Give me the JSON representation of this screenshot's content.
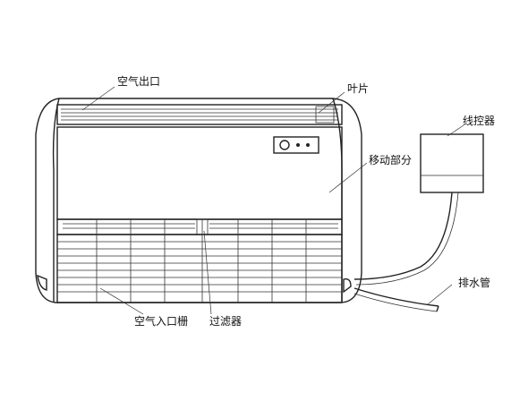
{
  "labels": {
    "air_outlet": "空气出口",
    "louver": "叶片",
    "wired_controller": "线控器",
    "movable_part": "移动部分",
    "drain_pipe": "排水管",
    "air_inlet_grille": "空气入口栅",
    "filter": "过滤器"
  }
}
